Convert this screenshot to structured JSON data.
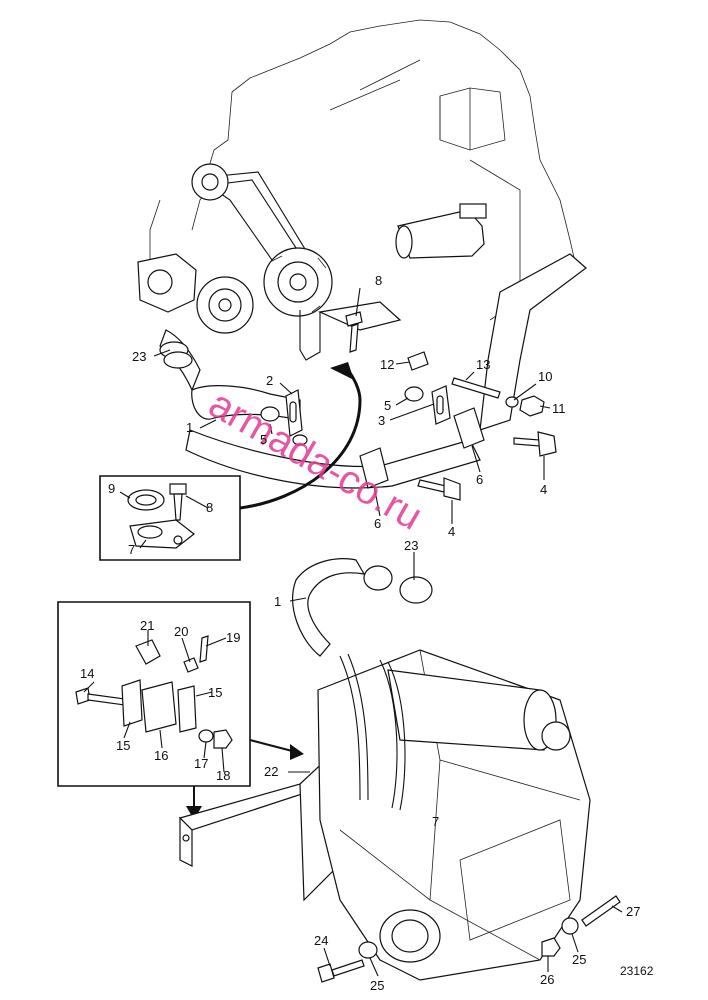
{
  "drawing_number": "23162",
  "watermark": "armada-co.ru",
  "callouts": [
    "1",
    "2",
    "3",
    "4",
    "5",
    "6",
    "7",
    "8",
    "9",
    "10",
    "11",
    "12",
    "13",
    "14",
    "15",
    "16",
    "17",
    "18",
    "19",
    "20",
    "21",
    "22",
    "23",
    "24",
    "25",
    "26",
    "27"
  ]
}
